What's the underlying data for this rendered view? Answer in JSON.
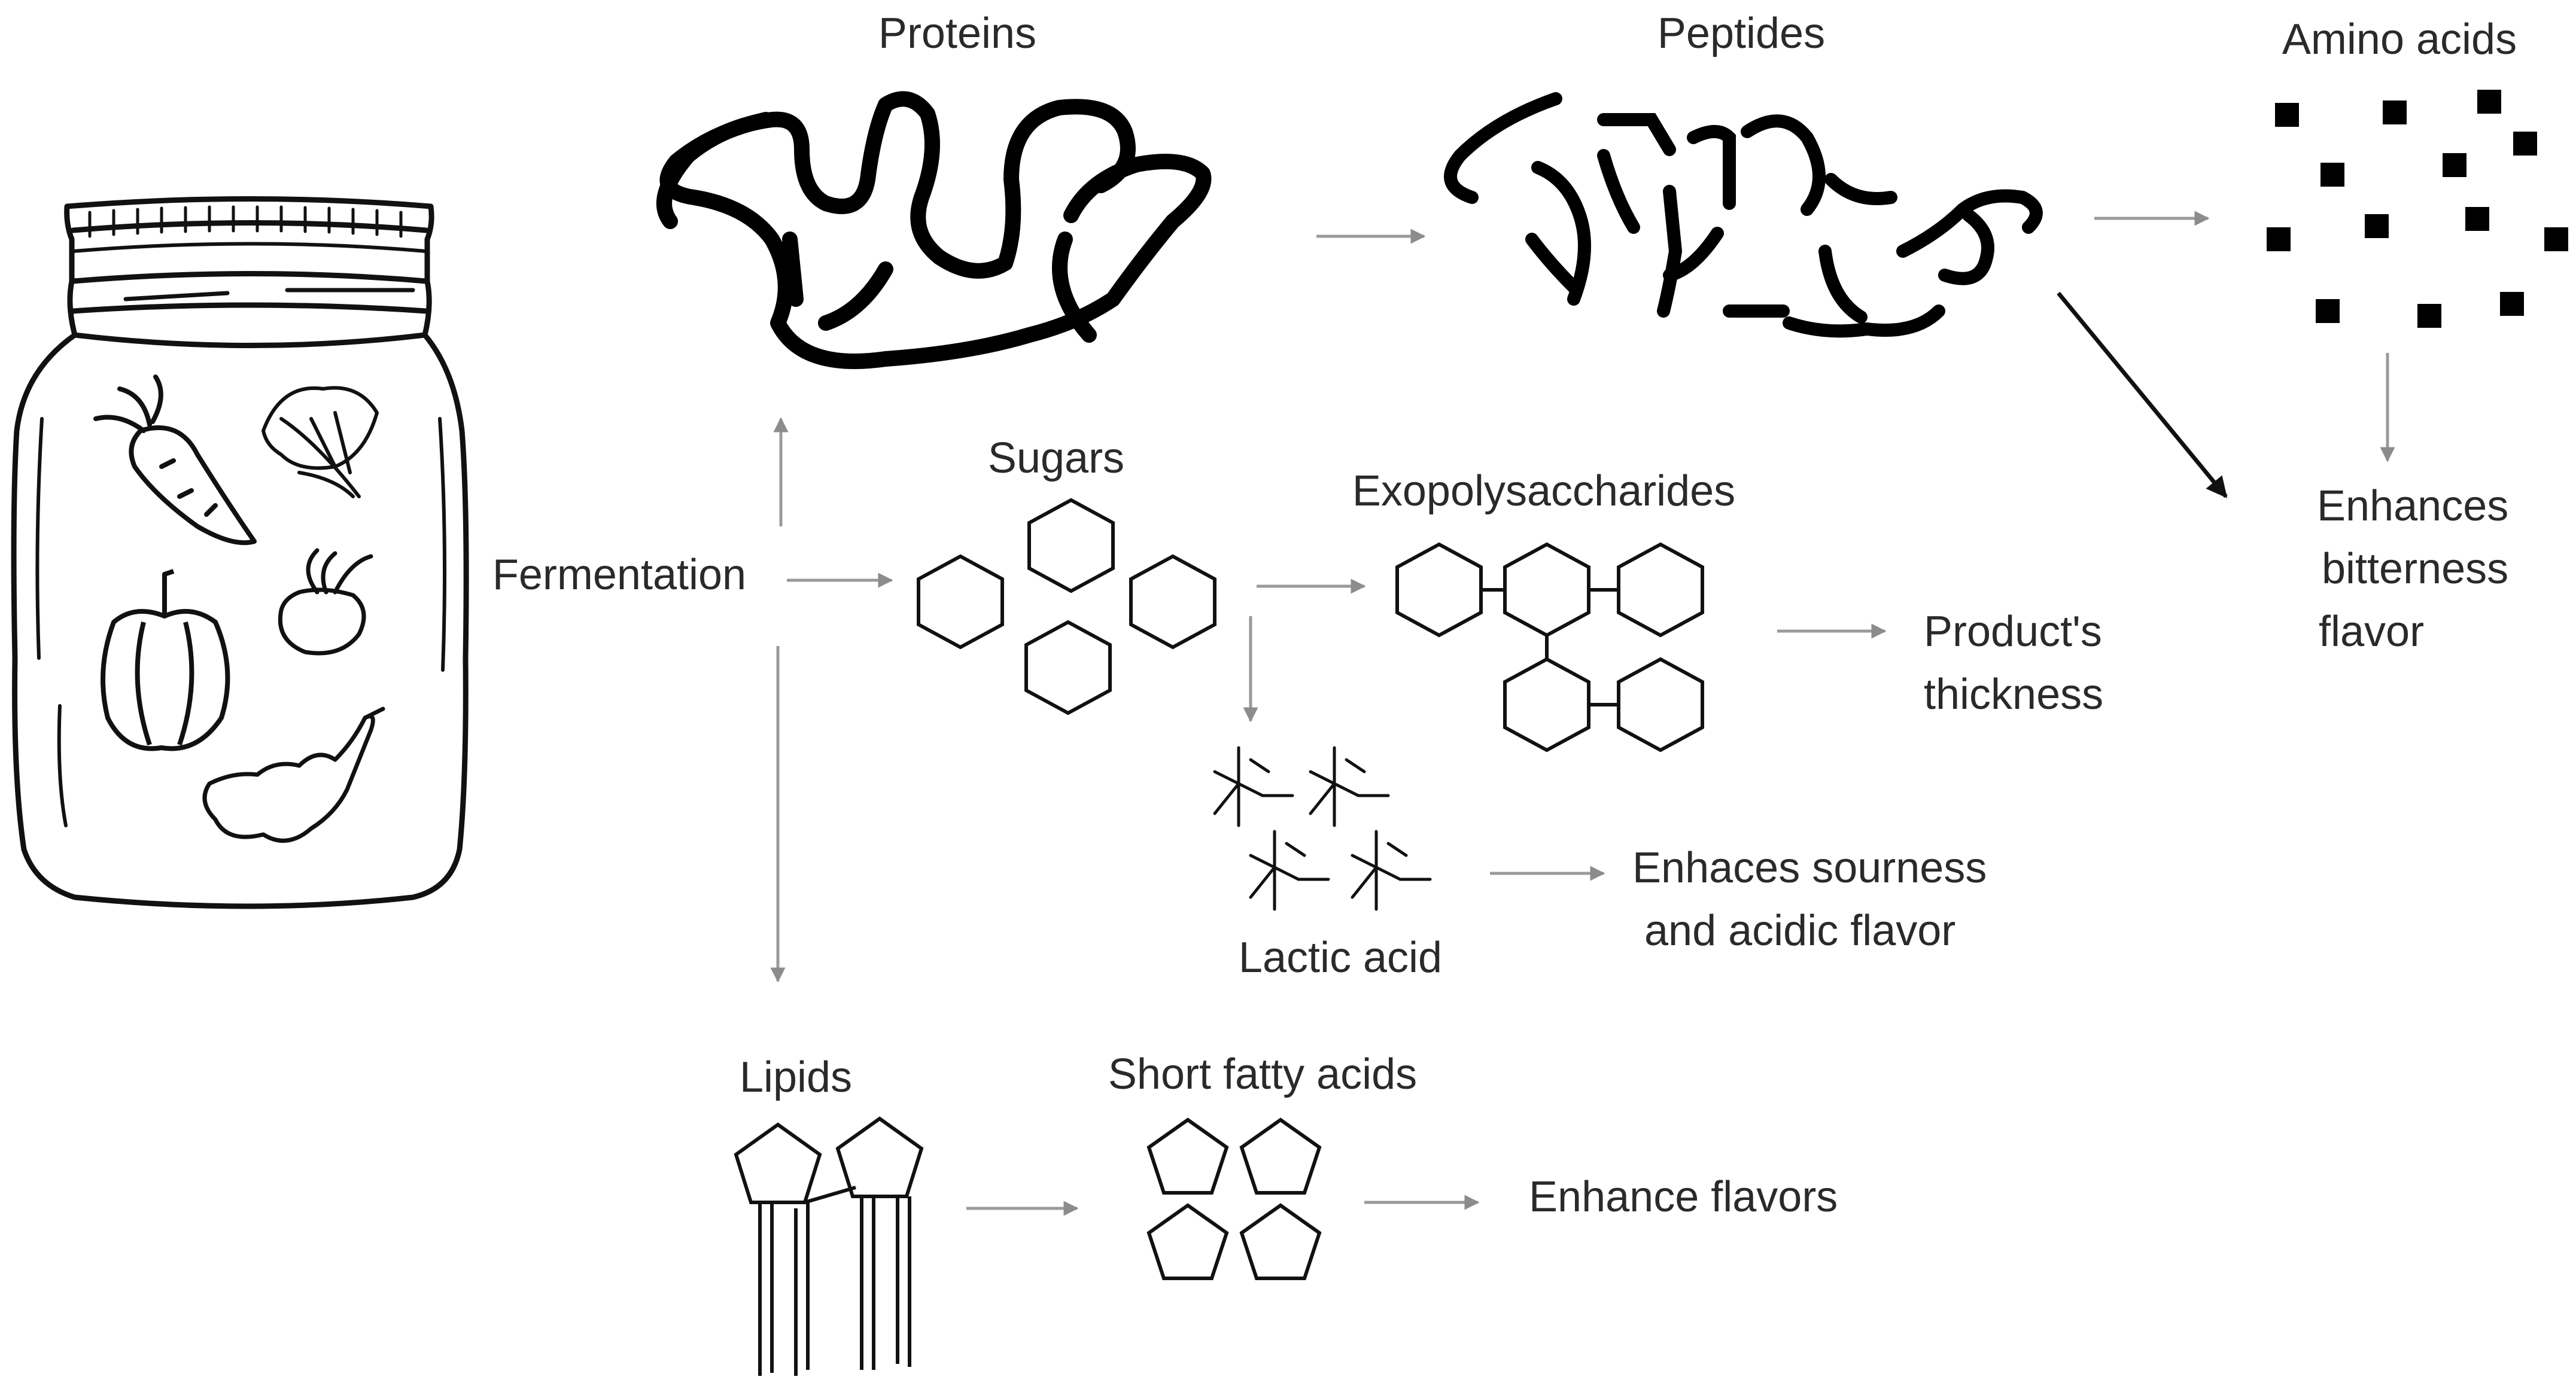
{
  "labels": {
    "proteins": "Proteins",
    "peptides": "Peptides",
    "amino_acids": "Amino acids",
    "sugars": "Sugars",
    "exopolysaccharides": "Exopolysaccharides",
    "fermentation": "Fermentation",
    "lactic_acid": "Lactic acid",
    "lipids": "Lipids",
    "short_fatty_acids": "Short fatty acids"
  },
  "outcomes": {
    "bitterness": [
      "Enhances",
      "bitterness",
      "flavor"
    ],
    "thickness": [
      "Product's",
      "thickness"
    ],
    "sourness": [
      "Enhaces sourness",
      "and acidic flavor"
    ],
    "flavors": [
      "Enhance flavors"
    ]
  },
  "colors": {
    "ink": "#000000",
    "text": "#2a2a2a",
    "arrow": "#9a9a9a"
  }
}
